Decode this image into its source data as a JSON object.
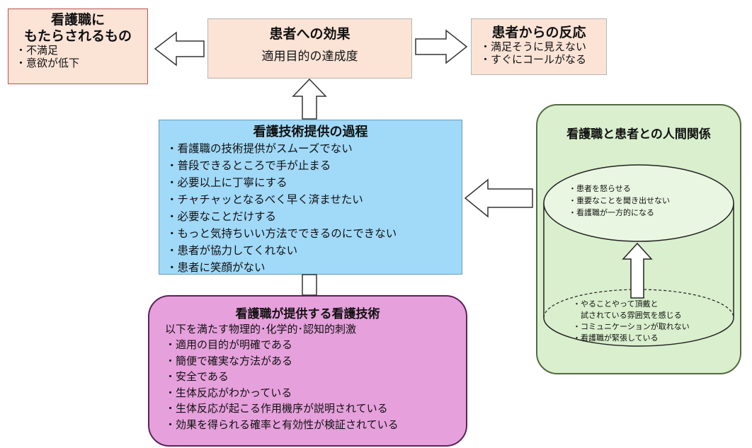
{
  "nursing_gets": {
    "title_line1": "看護職に",
    "title_line2": "もたらされるもの",
    "items": [
      "不満足",
      "意欲が低下"
    ]
  },
  "patient_effect": {
    "title": "患者への効果",
    "subtitle": "適用目的の達成度"
  },
  "patient_reaction": {
    "title": "患者からの反応",
    "items": [
      "満足そうに見えない",
      "すぐにコールがなる"
    ]
  },
  "process": {
    "title": "看護技術提供の過程",
    "items": [
      "看護職の技術提供がスムーズでない",
      "普段できるところで手が止まる",
      "必要以上に丁寧にする",
      "チャチャッとなるべく早く済ませたい",
      "必要なことだけする",
      "もっと気持ちいい方法でできるのにできない",
      "患者が協力してくれない",
      "患者に笑顔がない"
    ]
  },
  "technique": {
    "title": "看護職が提供する看護技術",
    "intro": "以下を満たす物理的･化学的･認知的刺激",
    "items": [
      "適用の目的が明確である",
      "簡便で確実な方法がある",
      "安全である",
      "生体反応がわかっている",
      "生体反応が起こる作用機序が説明されている",
      "効果を得られる確率と有効性が検証されている"
    ]
  },
  "relationship": {
    "title": "看護職と患者との人間関係",
    "top_items": [
      "患者を怒らせる",
      "重要なことを聞き出せない",
      "看護職が一方的になる"
    ],
    "bottom_item1_line1": "やることやって頂戴と",
    "bottom_item1_line2": "試されている雰囲気を感じる",
    "bottom_items": [
      "コミュニケーションが取れない",
      "看護職が緊張している"
    ]
  },
  "colors": {
    "pink_box": "#fbe3d6",
    "blue_box": "#a1d9f8",
    "purple_box": "#e6a0dc",
    "green_box": "#d9efcd",
    "accent_border": "#c0504d"
  }
}
